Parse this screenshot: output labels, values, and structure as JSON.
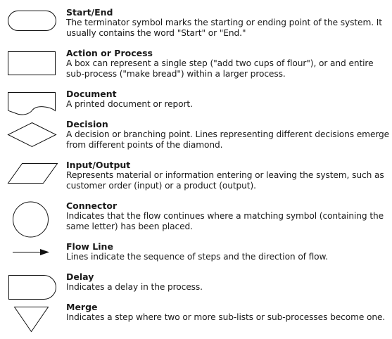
{
  "symbols": [
    {
      "icon": "terminator-icon",
      "title": "Start/End",
      "description": "The terminator symbol marks the starting or ending point of the system. It usually contains the word \"Start\" or \"End.\""
    },
    {
      "icon": "process-box-icon",
      "title": "Action or Process",
      "description": "A box can represent a single step (\"add two cups of flour\"), or and entire sub-process (\"make bread\") within a larger process."
    },
    {
      "icon": "document-icon",
      "title": "Document",
      "description": "A printed document or report."
    },
    {
      "icon": "decision-diamond-icon",
      "title": "Decision",
      "description": "A decision or branching point. Lines representing different decisions emerge from different points of the diamond."
    },
    {
      "icon": "input-output-parallelogram-icon",
      "title": "Input/Output",
      "description": "Represents material or information entering or leaving the system, such as customer order (input) or a product (output)."
    },
    {
      "icon": "connector-circle-icon",
      "title": "Connector",
      "description": "Indicates that the flow continues where a matching symbol (containing the same letter) has been placed."
    },
    {
      "icon": "flow-line-arrow-icon",
      "title": "Flow Line",
      "description": "Lines indicate the sequence of steps and the direction of flow."
    },
    {
      "icon": "delay-icon",
      "title": "Delay",
      "description": "Indicates a delay in the process."
    },
    {
      "icon": "merge-triangle-icon",
      "title": "Merge",
      "description": "Indicates a step where two or more sub-lists or sub-processes become one."
    }
  ]
}
